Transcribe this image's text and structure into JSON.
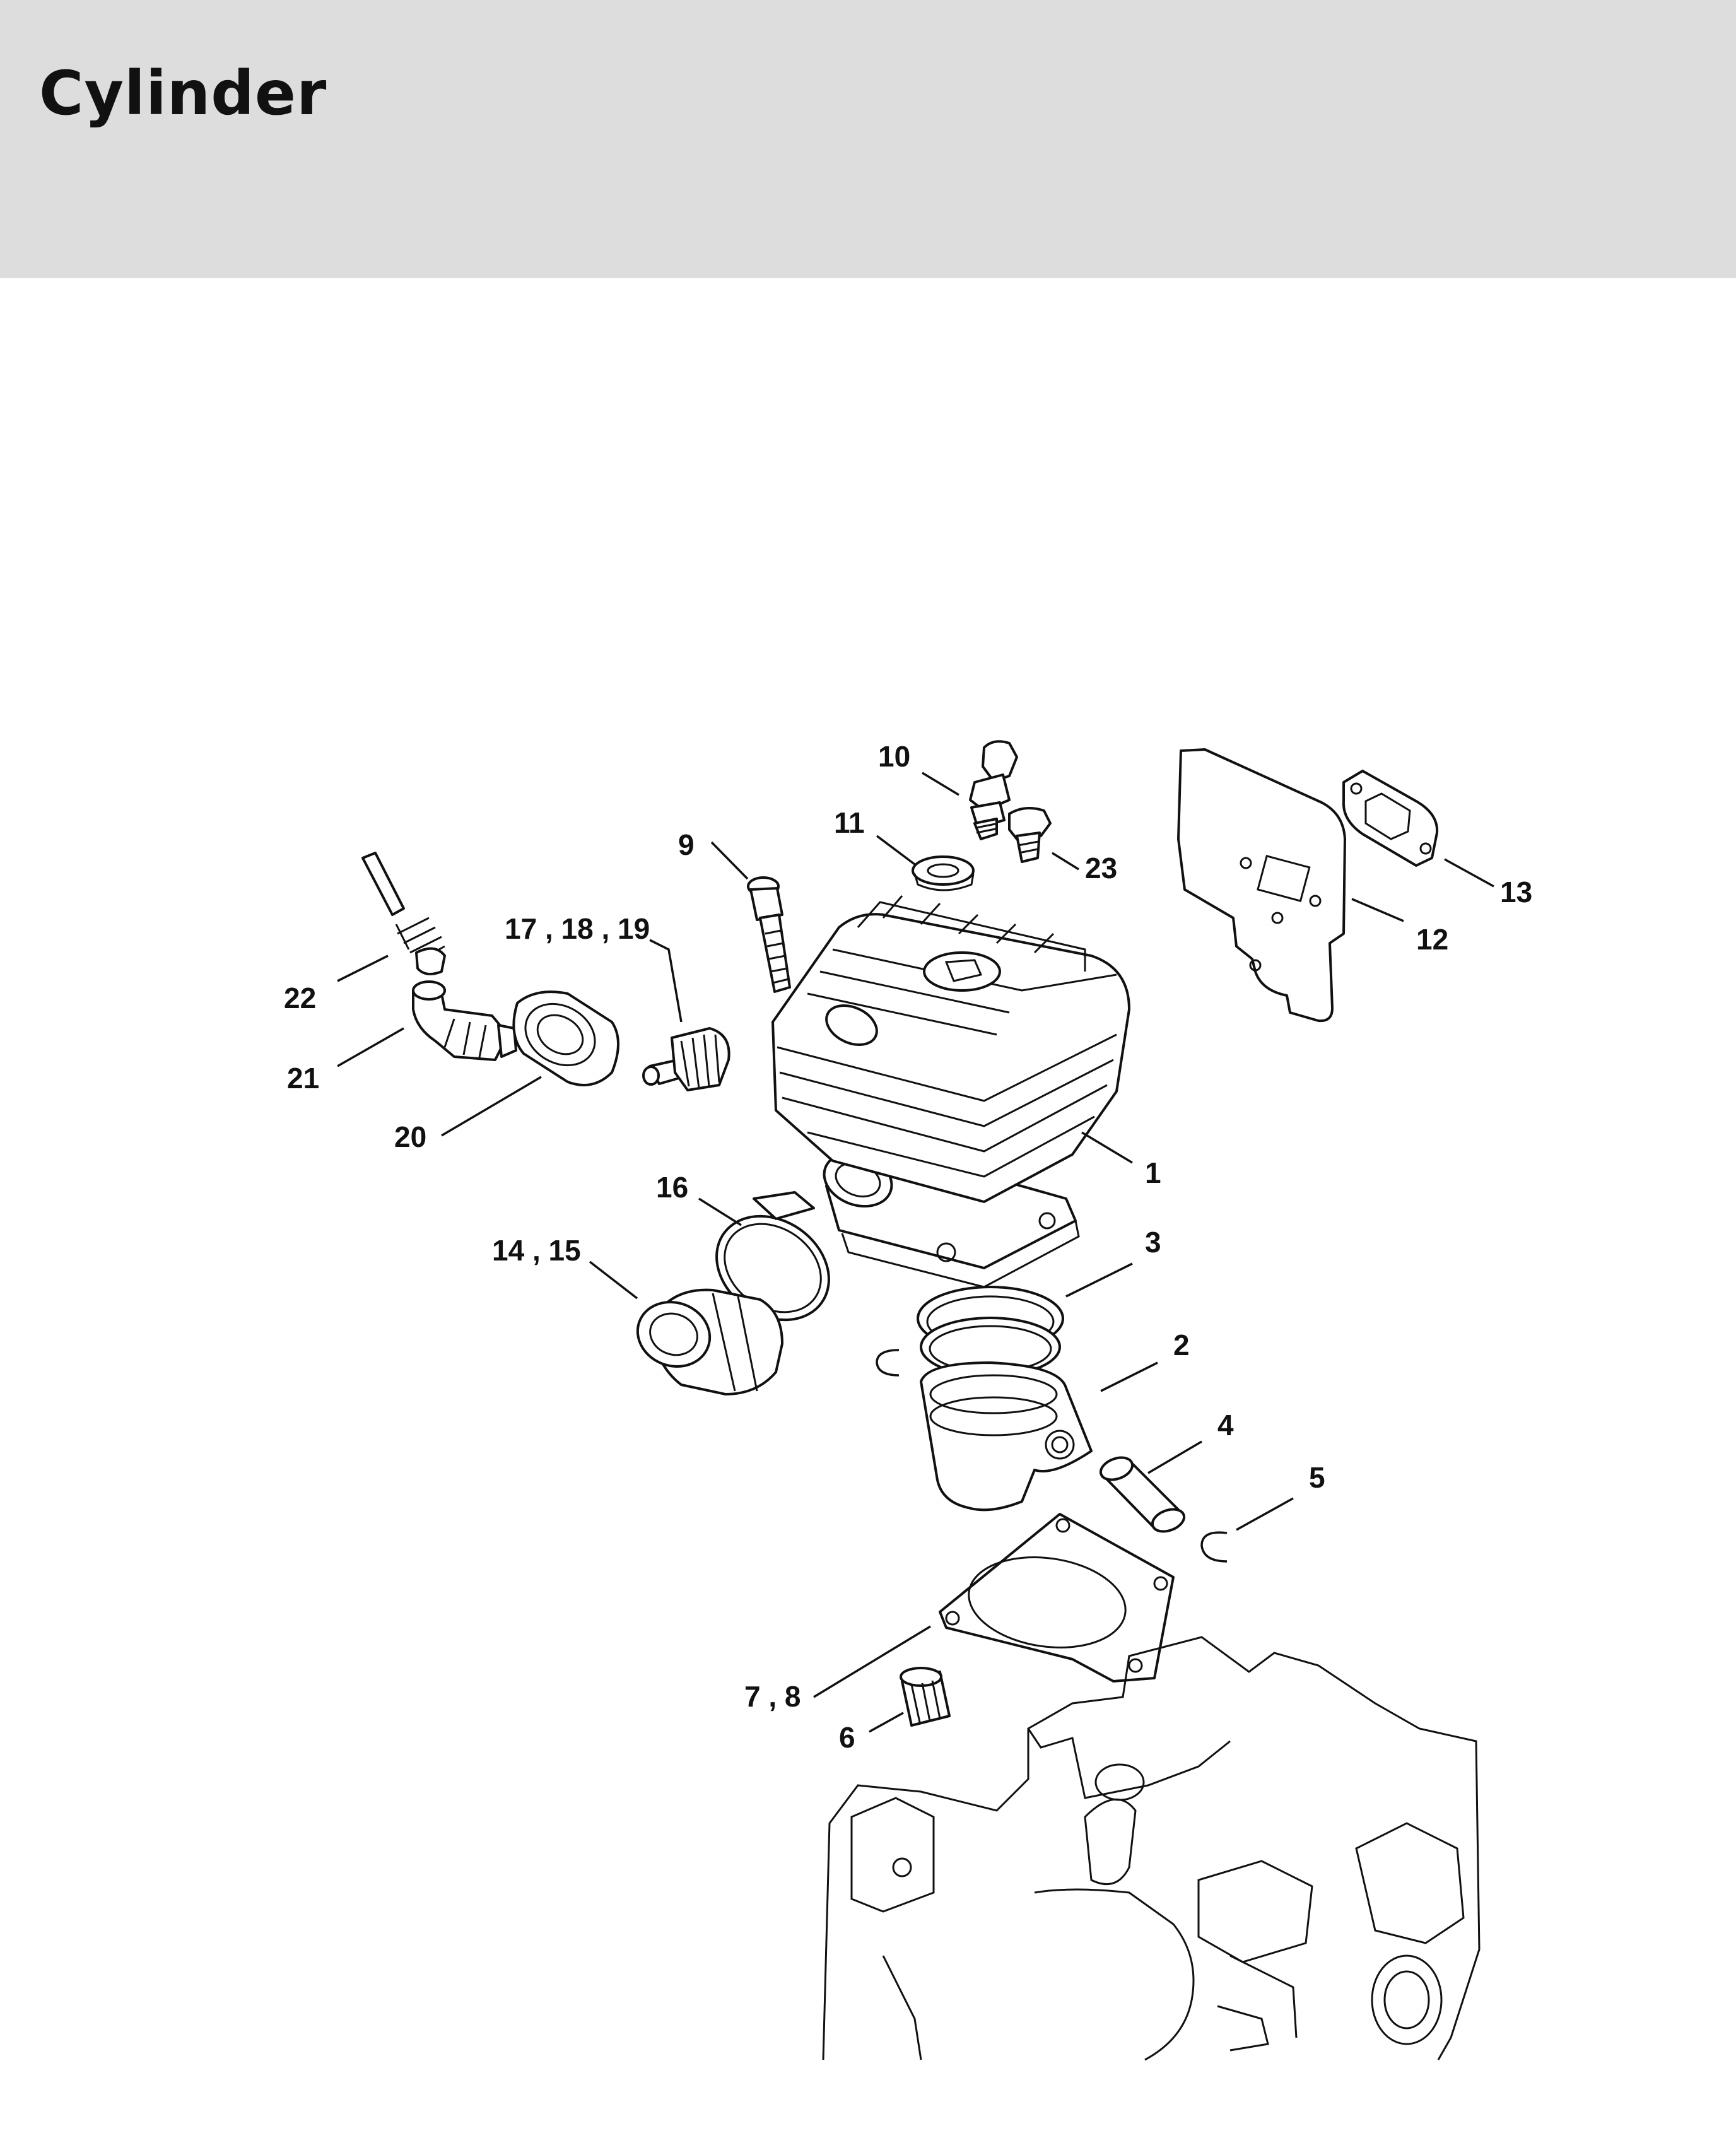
{
  "header": {
    "title": "Cylinder"
  },
  "callouts": [
    {
      "id": "1",
      "text": "1"
    },
    {
      "id": "2",
      "text": "2"
    },
    {
      "id": "3",
      "text": "3"
    },
    {
      "id": "4",
      "text": "4"
    },
    {
      "id": "5",
      "text": "5"
    },
    {
      "id": "6",
      "text": "6"
    },
    {
      "id": "7-8",
      "text": "7 , 8"
    },
    {
      "id": "9",
      "text": "9"
    },
    {
      "id": "10",
      "text": "10"
    },
    {
      "id": "11",
      "text": "11"
    },
    {
      "id": "12",
      "text": "12"
    },
    {
      "id": "13",
      "text": "13"
    },
    {
      "id": "14-15",
      "text": "14 , 15"
    },
    {
      "id": "16",
      "text": "16"
    },
    {
      "id": "17-18-19",
      "text": "17 , 18 , 19"
    },
    {
      "id": "20",
      "text": "20"
    },
    {
      "id": "21",
      "text": "21"
    },
    {
      "id": "22",
      "text": "22"
    },
    {
      "id": "23",
      "text": "23"
    }
  ]
}
